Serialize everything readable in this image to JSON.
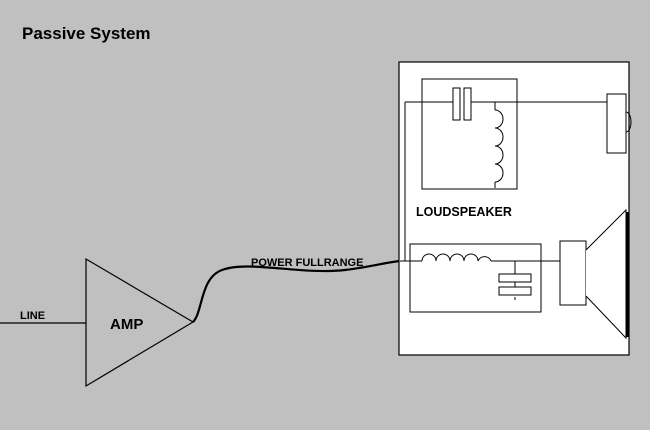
{
  "title": "Passive System",
  "labels": {
    "line_input": "LINE",
    "amplifier": "AMP",
    "cable": "POWER FULLRANGE",
    "loudspeaker": "LOUDSPEAKER"
  },
  "colors": {
    "background": "#c0c0c0",
    "cabinet_fill": "#ffffff",
    "stroke": "#000000"
  },
  "icons": [
    "amplifier-triangle",
    "capacitor",
    "inductor-coil",
    "tweeter-dome",
    "woofer-cone"
  ]
}
